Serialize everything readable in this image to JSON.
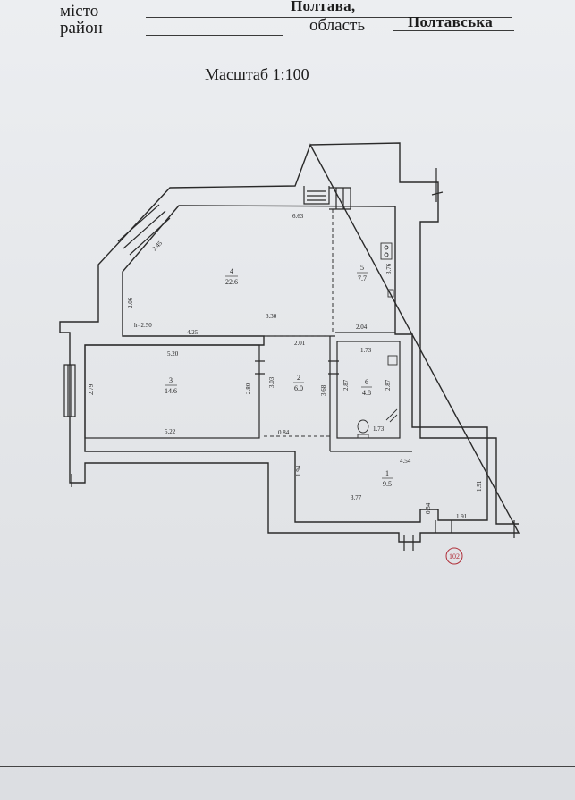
{
  "header": {
    "city_label": "місто",
    "city_value": "Полтава,",
    "district_label": "район",
    "region_label": "область",
    "region_value": "Полтавська"
  },
  "scale_text": "Масштаб 1:100",
  "rooms": [
    {
      "id": "room-1",
      "number": "1",
      "area": "9.5"
    },
    {
      "id": "room-2",
      "number": "2",
      "area": "6.0"
    },
    {
      "id": "room-3",
      "number": "3",
      "area": "14.6"
    },
    {
      "id": "room-4",
      "number": "4",
      "area": "22.6"
    },
    {
      "id": "room-5",
      "number": "5",
      "area": "7.7"
    },
    {
      "id": "room-6",
      "number": "6",
      "area": "4.8"
    }
  ],
  "dimensions": {
    "d_663": "6.63",
    "d_245": "2.45",
    "d_206": "2.06",
    "d_376": "3.76",
    "d_830": "8.30",
    "d_204": "2.04",
    "d_h250": "h=2.50",
    "d_425": "4.25",
    "d_201": "2.01",
    "d_520": "5.20",
    "d_173a": "1.73",
    "d_279": "2.79",
    "d_280": "2.80",
    "d_303": "3.03",
    "d_368": "3.68",
    "d_287a": "2.87",
    "d_287b": "2.87",
    "d_173b": "1.73",
    "d_522": "5.22",
    "d_084": "0.84",
    "d_194": "1.94",
    "d_454": "4.54",
    "d_191a": "1.91",
    "d_377": "3.77",
    "d_054": "0.54",
    "d_191b": "1.91"
  },
  "stamp_number": "102"
}
